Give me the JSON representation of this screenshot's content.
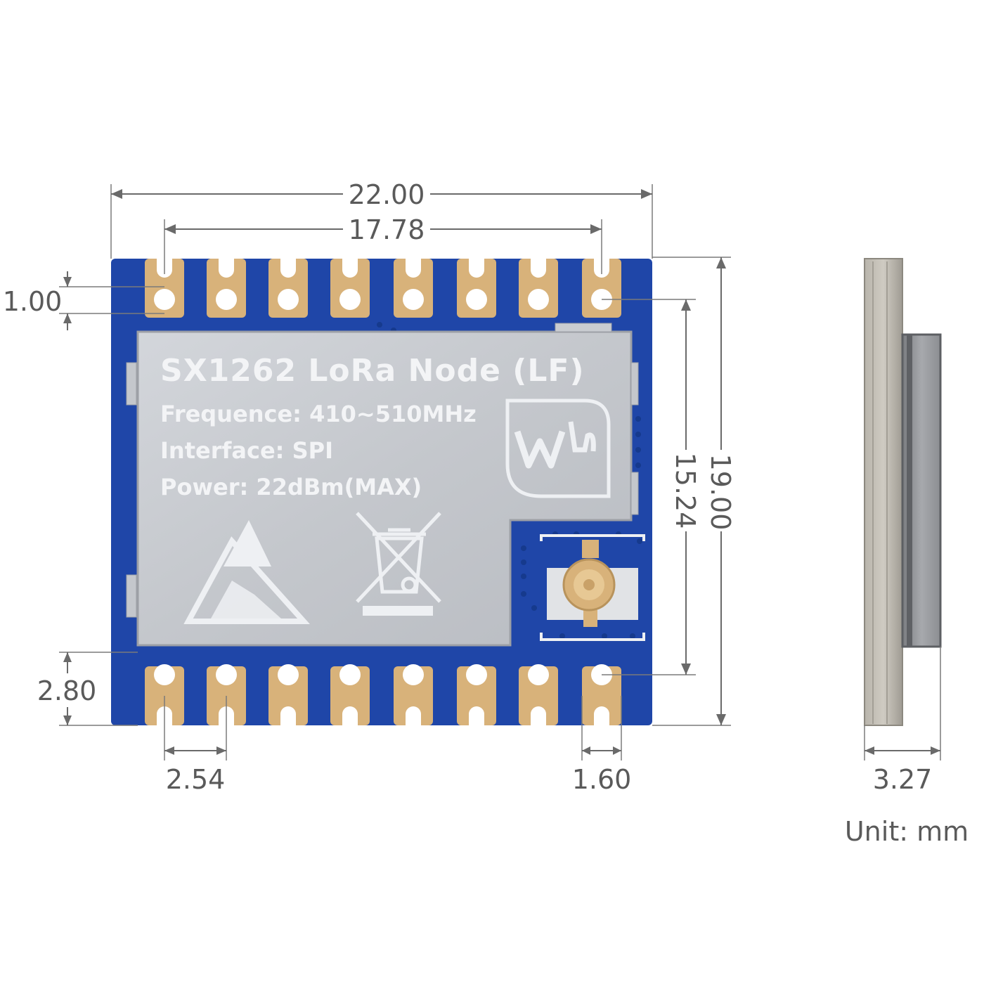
{
  "module": {
    "title": "SX1262 LoRa Node (LF)",
    "frequence": "Frequence: 410~510MHz",
    "interface": "Interface: SPI",
    "power": "Power: 22dBm(MAX)",
    "logo_icon": "waveshare-logo-icon",
    "esd_icon": "esd-warning-icon",
    "weee_icon": "weee-bin-icon",
    "antenna_icon": "ipex-connector-icon"
  },
  "dimensions": {
    "overall_width": "22.00",
    "pin_span": "17.78",
    "pad_height": "1.00",
    "shield_gap": "2.80",
    "pin_pitch": "2.54",
    "pad_width": "1.60",
    "inner_height": "15.24",
    "overall_height": "19.00",
    "thickness": "3.27"
  },
  "unit_label": "Unit: mm",
  "colors": {
    "pcb": "#1f46a8",
    "gold": "#d8b27a",
    "shield": "#c9ccd1"
  }
}
